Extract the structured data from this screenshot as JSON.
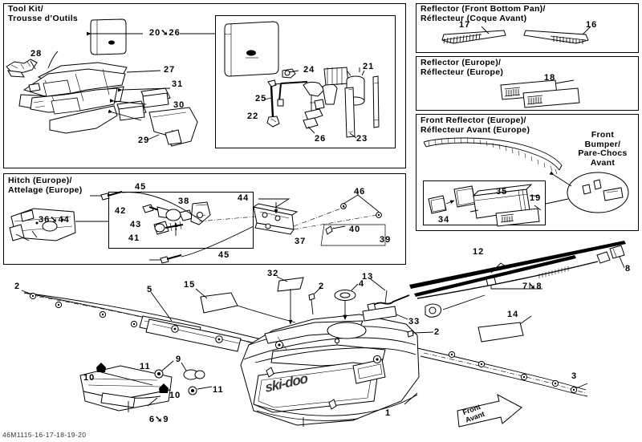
{
  "document": {
    "footer_code": "46M1115-16-17-18-19-20",
    "front_arrow": "Front\nAvant"
  },
  "panels": [
    {
      "id": "tool-kit",
      "title": "Tool Kit/\nTrousse d’Outils",
      "callouts": [
        "28",
        "20➘26",
        "27",
        "31",
        "30",
        "29"
      ]
    },
    {
      "id": "tool-kit-detail",
      "title": "",
      "callouts": [
        "24",
        "21",
        "25",
        "22",
        "26",
        "23"
      ]
    },
    {
      "id": "reflector-front-bottom-pan",
      "title": "Reflector (Front Bottom Pan)/\nRéflecteur (Coque Avant)",
      "callouts": [
        "17",
        "16"
      ]
    },
    {
      "id": "reflector-europe",
      "title": "Reflector (Europe)/\nRéflecteur (Europe)",
      "callouts": [
        "18"
      ]
    },
    {
      "id": "front-reflector-europe",
      "title": "Front Reflector (Europe)/\nRéflecteur Avant (Europe)",
      "sub_label": "Front\nBumper/\nPare-Chocs\nAvant",
      "callouts": [
        "35",
        "19",
        "34"
      ]
    },
    {
      "id": "hitch-europe",
      "title": "Hitch (Europe)/\nAttelage (Europe)",
      "callouts": [
        "36➘44",
        "45",
        "42",
        "38",
        "43",
        "41",
        "44",
        "46",
        "40",
        "39",
        "37",
        "45"
      ]
    }
  ],
  "main_diagram": {
    "callouts": [
      {
        "id": "c2a",
        "text": "2"
      },
      {
        "id": "c15",
        "text": "15"
      },
      {
        "id": "c5",
        "text": "5"
      },
      {
        "id": "c32",
        "text": "32"
      },
      {
        "id": "c2b",
        "text": "2"
      },
      {
        "id": "c12",
        "text": "12"
      },
      {
        "id": "c8",
        "text": "8"
      },
      {
        "id": "c13",
        "text": "13"
      },
      {
        "id": "c4",
        "text": "4"
      },
      {
        "id": "c78",
        "text": "7➘8"
      },
      {
        "id": "c33",
        "text": "33"
      },
      {
        "id": "c2c",
        "text": "2"
      },
      {
        "id": "c14",
        "text": "14"
      },
      {
        "id": "c3",
        "text": "3"
      },
      {
        "id": "c11a",
        "text": "11"
      },
      {
        "id": "c9",
        "text": "9"
      },
      {
        "id": "c10a",
        "text": "10"
      },
      {
        "id": "c10b",
        "text": "10"
      },
      {
        "id": "c11b",
        "text": "11"
      },
      {
        "id": "c69",
        "text": "6➘9"
      },
      {
        "id": "c1",
        "text": "1"
      }
    ],
    "brand_logo": "ski-doo"
  }
}
